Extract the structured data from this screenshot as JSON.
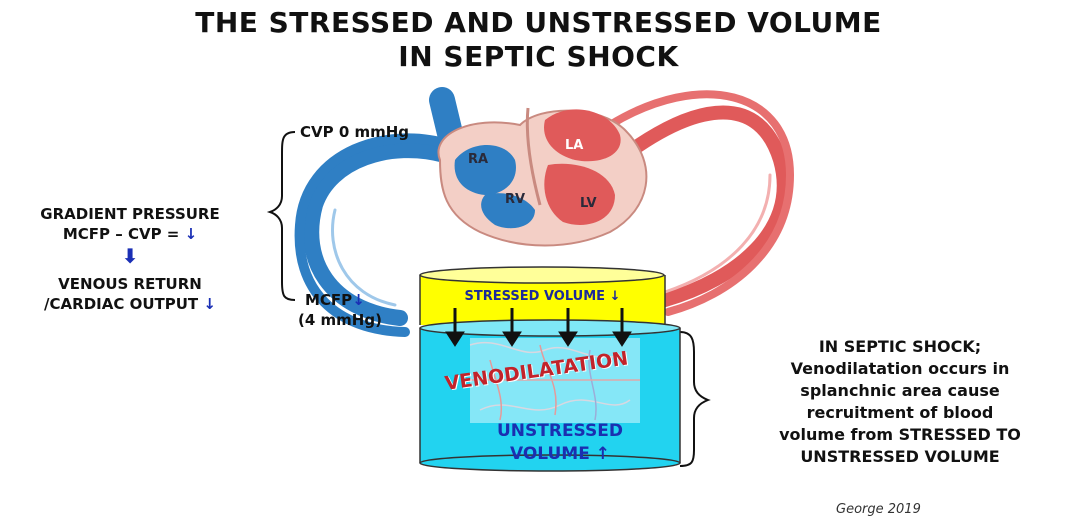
{
  "title": {
    "line1": "THE STRESSED AND UNSTRESSED VOLUME",
    "line2": "IN SEPTIC SHOCK"
  },
  "heart": {
    "ra": "RA",
    "rv": "RV",
    "la": "LA",
    "lv": "LV"
  },
  "cvp_label": "CVP 0 mmHg",
  "mcfp_label": "MCFP",
  "mcfp_value": "(4 mmHg)",
  "gradient": {
    "line1": "GRADIENT PRESSURE",
    "line2": "MCFP – CVP = ",
    "return_line1": "VENOUS RETURN",
    "return_line2": "/CARDIAC OUTPUT "
  },
  "arrows": {
    "down": "↓",
    "up": "↑",
    "big_down": "⬇"
  },
  "stressed_volume": "STRESSED VOLUME ",
  "venodilatation": "VENODILATATION",
  "unstressed_volume": {
    "line1": "UNSTRESSED",
    "line2": "VOLUME "
  },
  "septic_text": [
    "IN SEPTIC SHOCK;",
    "Venodilatation occurs in",
    "splanchnic area cause",
    "recruitment of blood",
    "volume from STRESSED TO",
    "UNSTRESSED VOLUME"
  ],
  "credit": "George 2019",
  "colors": {
    "vein_blue": "#2f7fc4",
    "artery_red": "#e05a5a",
    "stressed_yellow": "#ffff00",
    "unstressed_cyan": "#22d3f0",
    "arrow_blue": "#1a2fb5"
  }
}
